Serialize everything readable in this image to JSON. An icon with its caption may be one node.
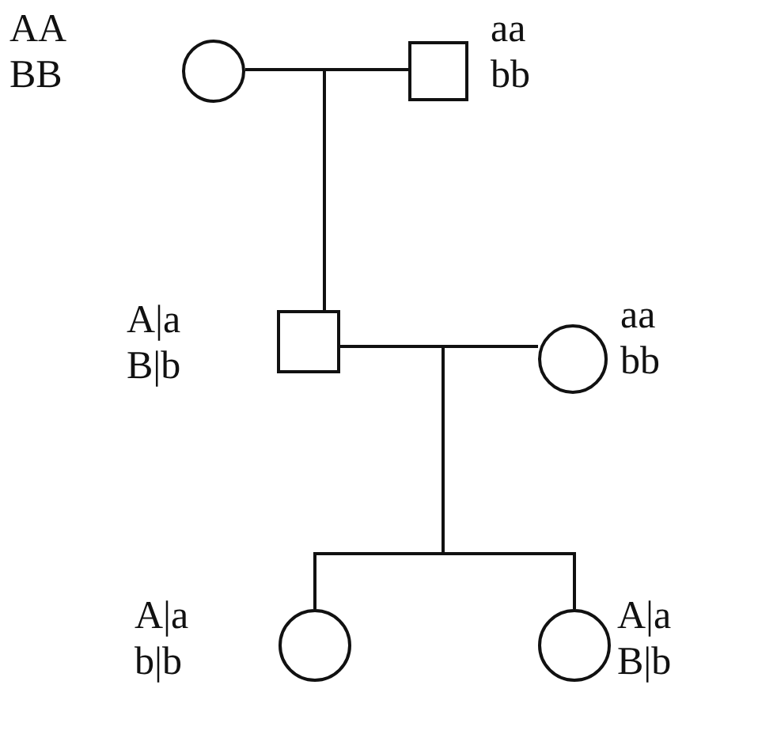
{
  "diagram": {
    "nodes": [
      {
        "text": [],
        "shape": "circle",
        "beside": [
          "AA BB"
        ]
      },
      {
        "text": [],
        "shape": "box",
        "beside": [
          "aa bb"
        ]
      },
      {
        "text": [],
        "shape": "box",
        "beside": [
          "A|a B|b"
        ]
      },
      {
        "text": [],
        "shape": "circle",
        "beside": [
          "aa bb"
        ]
      },
      {
        "text": [],
        "shape": "circle",
        "beside": [
          "A|a b|b"
        ]
      },
      {
        "text": [],
        "shape": "circle",
        "beside": [
          "A|a B|b"
        ]
      }
    ],
    "edges": [
      {
        "from": 0,
        "to": 1,
        "arrow": "none"
      },
      {
        "from": 0,
        "to": 2,
        "arrow": "none"
      },
      {
        "from": 1,
        "to": 2,
        "arrow": "none"
      },
      {
        "from": 2,
        "to": 3,
        "arrow": "none"
      },
      {
        "from": 2,
        "to": 4,
        "arrow": "none"
      },
      {
        "from": 3,
        "to": 4,
        "arrow": "none"
      },
      {
        "from": 2,
        "to": 5,
        "arrow": "none"
      },
      {
        "from": 3,
        "to": 5,
        "arrow": "none"
      }
    ]
  }
}
